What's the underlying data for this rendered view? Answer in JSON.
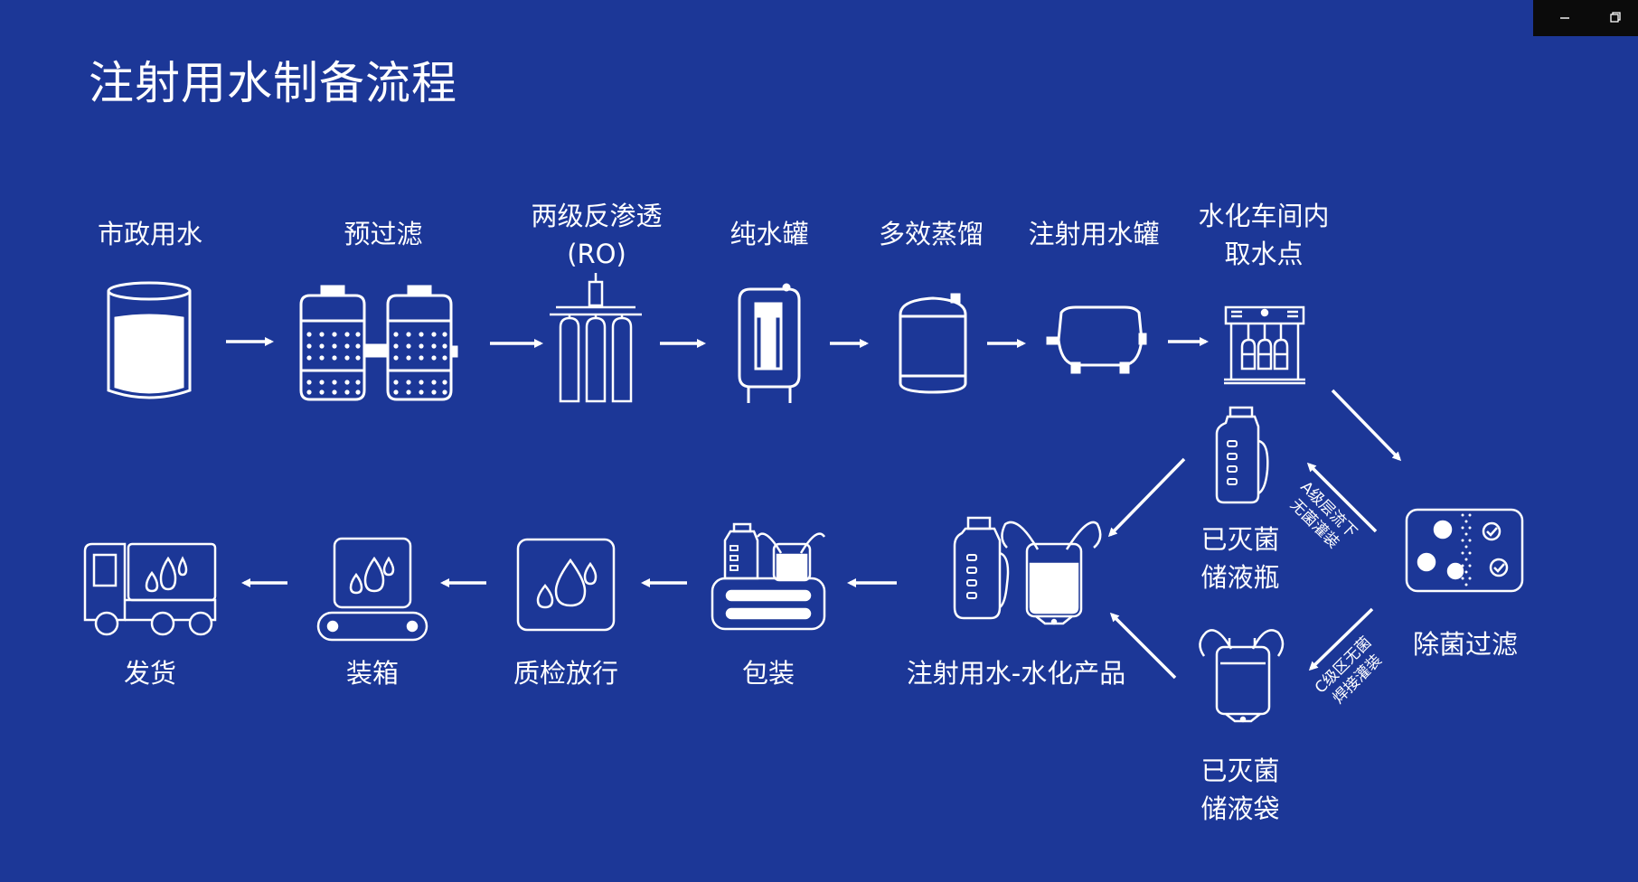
{
  "title": "注射用水制备流程",
  "window_controls": {
    "minimize": "minimize-icon",
    "restore": "restore-icon"
  },
  "steps": {
    "municipal_water": "市政用水",
    "prefilter": "预过滤",
    "ro_line1": "两级反渗透",
    "ro_line2": "(RO)",
    "pure_water_tank": "纯水罐",
    "multi_effect_distill": "多效蒸馏",
    "wfi_tank": "注射用水罐",
    "hydration_point_line1": "水化车间内",
    "hydration_point_line2": "取水点",
    "sterile_filtration": "除菌过滤",
    "sterile_bottle_line1": "已灭菌",
    "sterile_bottle_line2": "储液瓶",
    "sterile_bag_line1": "已灭菌",
    "sterile_bag_line2": "储液袋",
    "wfi_product": "注射用水-水化产品",
    "packaging": "包装",
    "qc_release": "质检放行",
    "boxing": "装箱",
    "shipping": "发货"
  },
  "annotations": {
    "a_grade_line1": "A级层流下",
    "a_grade_line2": "无菌灌装",
    "c_grade_line1": "C级区无菌",
    "c_grade_line2": "焊接灌装"
  },
  "colors": {
    "background": "#1c3797",
    "foreground": "#ffffff"
  }
}
